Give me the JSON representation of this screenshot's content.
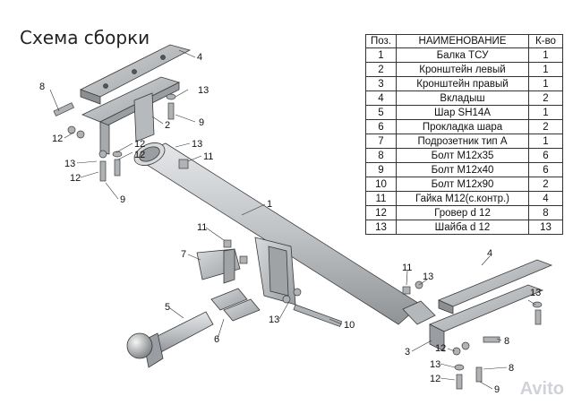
{
  "title": "Схема сборки",
  "table": {
    "headers": [
      "Поз.",
      "НАИМЕНОВАНИЕ",
      "К-во"
    ],
    "rows": [
      [
        "1",
        "Балка ТСУ",
        "1"
      ],
      [
        "2",
        "Кронштейн левый",
        "1"
      ],
      [
        "3",
        "Кронштейн правый",
        "1"
      ],
      [
        "4",
        "Вкладыш",
        "2"
      ],
      [
        "5",
        "Шар SH14A",
        "1"
      ],
      [
        "6",
        "Прокладка шара",
        "2"
      ],
      [
        "7",
        "Подрозетник тип А",
        "1"
      ],
      [
        "8",
        "Болт М12х35",
        "6"
      ],
      [
        "9",
        "Болт М12х40",
        "6"
      ],
      [
        "10",
        "Болт М12х90",
        "2"
      ],
      [
        "11",
        "Гайка М12(с.контр.)",
        "4"
      ],
      [
        "12",
        "Гровер d 12",
        "8"
      ],
      [
        "13",
        "Шайба d 12",
        "13"
      ]
    ]
  },
  "callouts": [
    "4",
    "8",
    "13",
    "9",
    "2",
    "12",
    "12",
    "13",
    "12",
    "11",
    "13",
    "12",
    "9",
    "1",
    "11",
    "7",
    "5",
    "6",
    "13",
    "10",
    "11",
    "13",
    "4",
    "13",
    "8",
    "3",
    "12",
    "13",
    "12",
    "9",
    "8"
  ],
  "watermark": "Avito",
  "colors": {
    "metal": "#c9cbcd",
    "metal_dark": "#8c8f92",
    "outline": "#3a3a3a"
  }
}
